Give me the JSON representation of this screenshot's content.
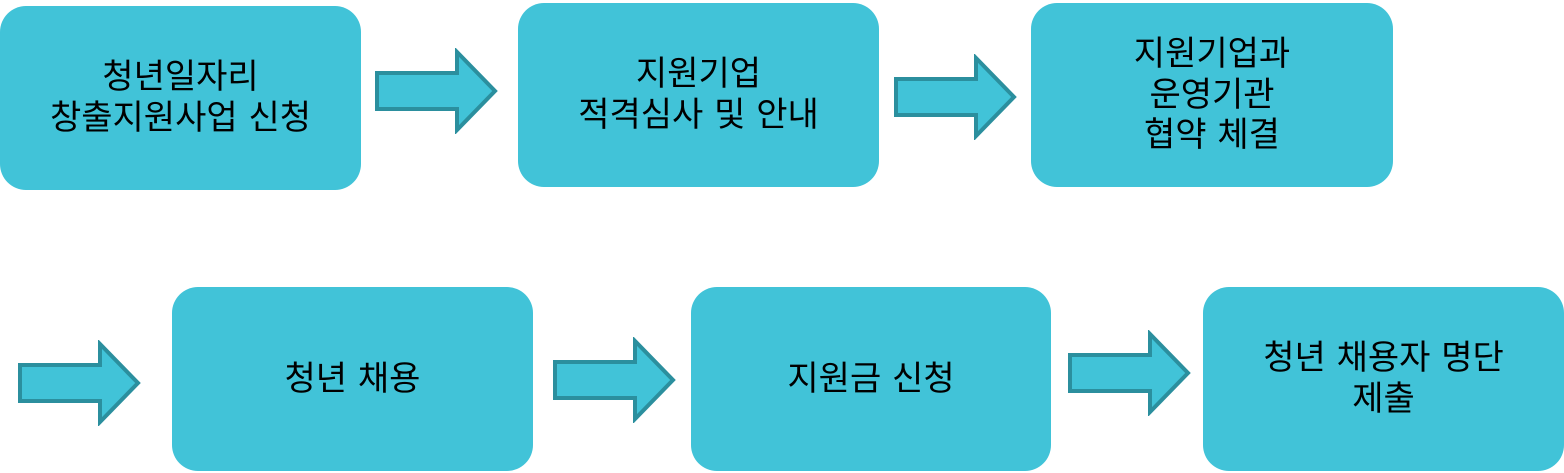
{
  "colors": {
    "box_fill": "#41c3d8",
    "arrow_fill": "#41c3d8",
    "arrow_stroke": "#2b8f9e",
    "text": "#000000"
  },
  "steps": [
    {
      "lines": [
        "청년일자리",
        "창출지원사업 신청"
      ]
    },
    {
      "lines": [
        "지원기업",
        "적격심사 및 안내"
      ]
    },
    {
      "lines": [
        "지원기업과",
        "운영기관",
        "협약 체결"
      ]
    },
    {
      "lines": [
        "청년 채용"
      ]
    },
    {
      "lines": [
        "지원금 신청"
      ]
    },
    {
      "lines": [
        "청년 채용자 명단",
        "제출"
      ]
    }
  ],
  "arrows": [
    {
      "from": 1,
      "to": 2,
      "icon": "right-arrow-icon"
    },
    {
      "from": 2,
      "to": 3,
      "icon": "right-arrow-icon"
    },
    {
      "from": 3,
      "to": 4,
      "icon": "right-arrow-icon"
    },
    {
      "from": 4,
      "to": 5,
      "icon": "right-arrow-icon"
    },
    {
      "from": 5,
      "to": 6,
      "icon": "right-arrow-icon"
    }
  ]
}
